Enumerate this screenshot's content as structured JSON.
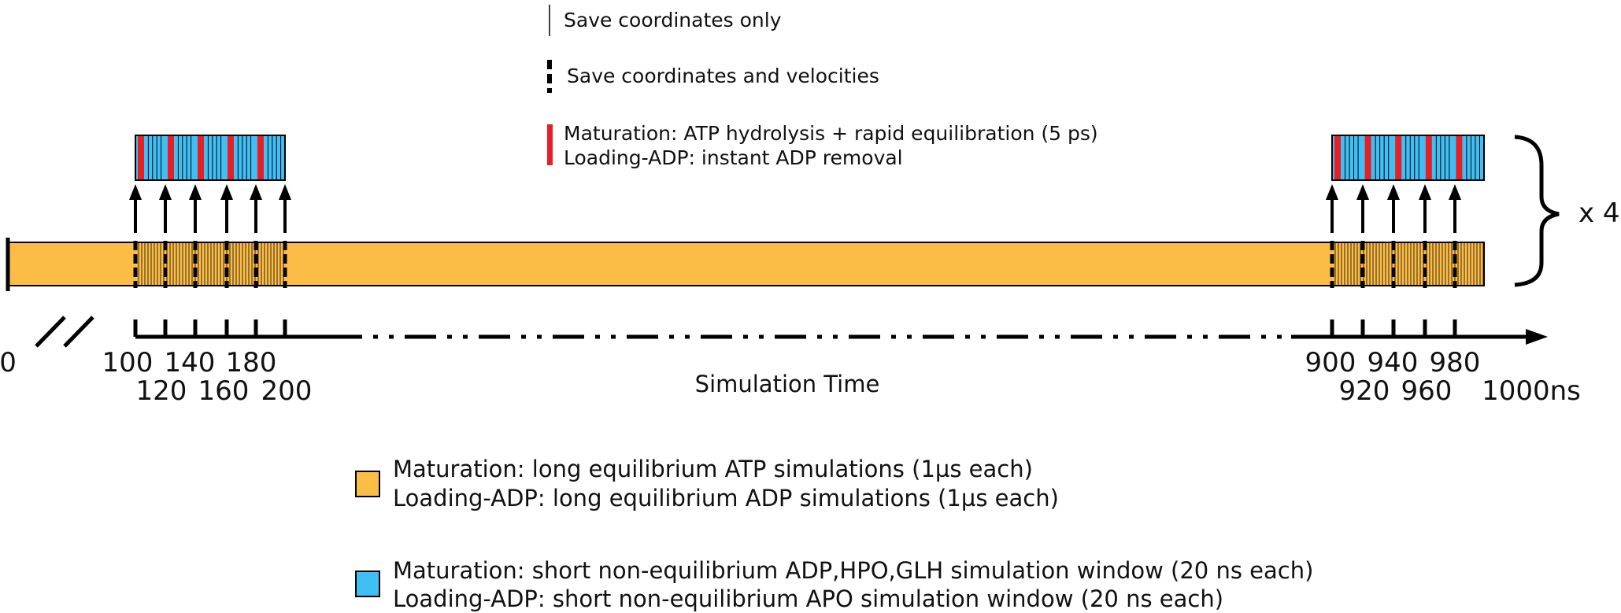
{
  "colors": {
    "equilibrium": "#FCBD47",
    "non_equilibrium": "#40BFF5",
    "marker": "#E61E26",
    "ink": "#000000"
  },
  "legend_top": {
    "thin_line": "Save coordinates only",
    "dashed_line": "Save coordinates and velocities",
    "red_line_1": "Maturation: ATP hydrolysis + rapid equilibration (5 ps)",
    "red_line_2": "Loading-ADP: instant ADP removal"
  },
  "repeat_label": "x 4",
  "axis": {
    "title": "Simulation Time",
    "origin_label": "0",
    "upper_ticks_left": [
      "100",
      "140",
      "180"
    ],
    "lower_ticks_left": [
      "120",
      "160",
      "200"
    ],
    "upper_ticks_right": [
      "900",
      "940",
      "980"
    ],
    "lower_ticks_right": [
      "920",
      "960",
      "1000ns"
    ]
  },
  "legend_bottom": {
    "yellow_1": "Maturation: long equilibrium ATP simulations (1µs each)",
    "yellow_2": "Loading-ADP: long equilibrium ADP simulations (1µs each)",
    "blue_1": "Maturation: short non-equilibrium ADP,HPO,GLH simulation window (20 ns each)",
    "blue_2": "Loading-ADP: short non-equilibrium APO simulation window (20 ns each)"
  }
}
